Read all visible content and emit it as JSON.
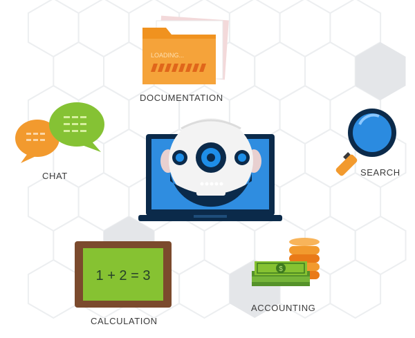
{
  "labels": {
    "documentation": "DOCUMENTATION",
    "chat": "CHAT",
    "search": "SEARCH",
    "calculation": "CALCULATION",
    "accounting": "ACCOUNTING"
  },
  "folder_text": "LOADING...",
  "calc_text": "1 + 2 = 3",
  "bill_symbol": "$",
  "colors": {
    "orange": "#f29a2e",
    "green": "#86c232",
    "blue": "#1e90e0",
    "navy": "#0b2a4a",
    "grey_hex": "#e3e5e8"
  }
}
